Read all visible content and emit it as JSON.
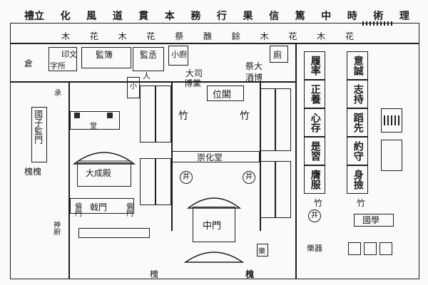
{
  "top_banner": [
    "禮立",
    "化",
    "風",
    "道",
    "貫",
    "本",
    "務",
    "行",
    "果",
    "信",
    "篤",
    "中",
    "時",
    "術",
    "理"
  ],
  "banner_flowers": [
    "木",
    "花",
    "木",
    "花",
    "祭",
    "醮",
    "餘",
    "木",
    "花",
    "木",
    "花"
  ],
  "left_top": {
    "cang": "倉",
    "zisuo": "字所",
    "yinwen": "印文",
    "jianbo": "監簿",
    "jiancheng": "監丞",
    "xiaochu": "小廚",
    "ren": "人"
  },
  "center_top": {
    "dasi": "大司",
    "boye": "博業",
    "wei_ge": "位閣",
    "jijiu": "祭大",
    "jiujiu": "酒博",
    "ce": "廁"
  },
  "hall_names": {
    "main": "大成殿",
    "left_gate": "戟門",
    "center_hall": "崇化堂",
    "zhongmen": "中門"
  },
  "left_labels": {
    "guozijian_men": "國子監門",
    "huaihuai": "槐槐",
    "shenchu": "神廚",
    "ge_left": "偏門",
    "ge_right": "偏門",
    "cheng": "承",
    "tang_sign": "堂",
    "xiao": "小"
  },
  "bamboo": [
    "竹",
    "竹",
    "竹",
    "竹"
  ],
  "right_cards": [
    {
      "label": "履率",
      "col": 0,
      "row": 0
    },
    {
      "label": "正養",
      "col": 0,
      "row": 1
    },
    {
      "label": "心存",
      "col": 0,
      "row": 2
    },
    {
      "label": "是習",
      "col": 0,
      "row": 3
    },
    {
      "label": "膺服",
      "col": 0,
      "row": 4
    },
    {
      "label": "意誠",
      "col": 1,
      "row": 0
    },
    {
      "label": "志持",
      "col": 1,
      "row": 1
    },
    {
      "label": "蹈先",
      "col": 1,
      "row": 2
    },
    {
      "label": "約守",
      "col": 1,
      "row": 3
    },
    {
      "label": "身撿",
      "col": 1,
      "row": 4
    }
  ],
  "wells": [
    "井",
    "井",
    "井"
  ],
  "bottom": {
    "huai_left": "槐",
    "huai_right": "槐",
    "zhongmen_label": "中門",
    "guoxue": "國學",
    "yuli": "樂器"
  },
  "seal_text": "樂"
}
